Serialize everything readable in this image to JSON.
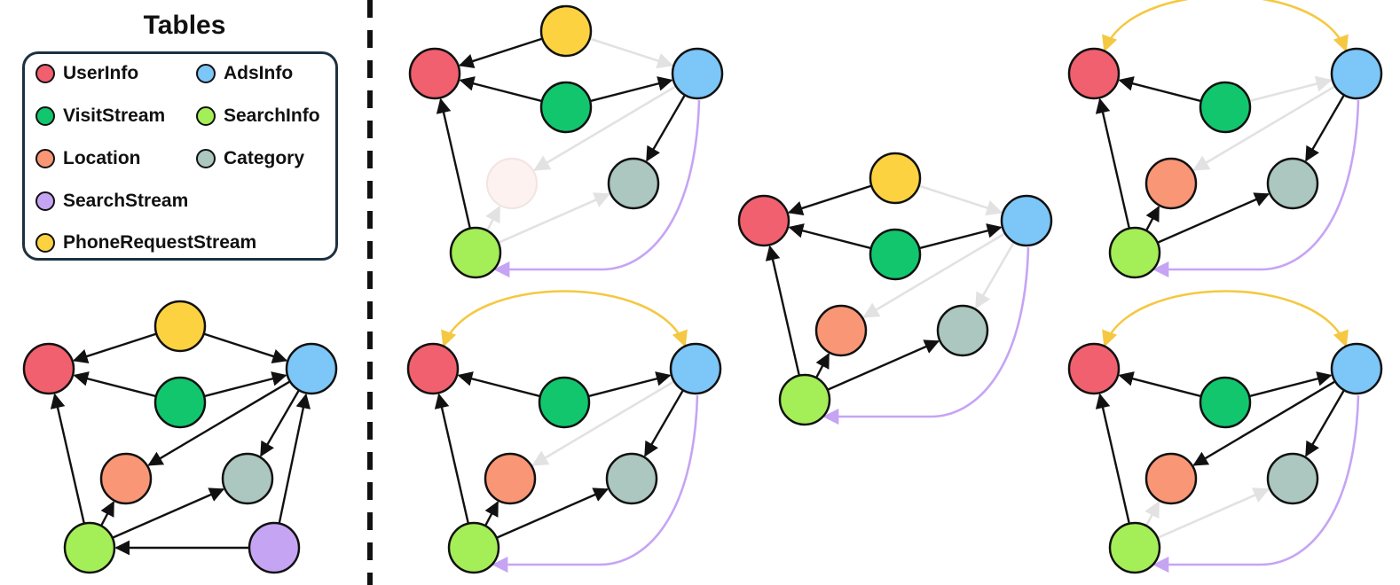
{
  "legend": {
    "title": "Tables",
    "items": [
      {
        "key": "user",
        "label": "UserInfo",
        "color": "#f1606e"
      },
      {
        "key": "ads",
        "label": "AdsInfo",
        "color": "#7cc6f8"
      },
      {
        "key": "visit",
        "label": "VisitStream",
        "color": "#12c66e"
      },
      {
        "key": "search",
        "label": "SearchInfo",
        "color": "#a4ee57"
      },
      {
        "key": "loc",
        "label": "Location",
        "color": "#f99676"
      },
      {
        "key": "cat",
        "label": "Category",
        "color": "#abc7bf"
      },
      {
        "key": "sstream",
        "label": "SearchStream",
        "color": "#c6a4f4"
      },
      {
        "key": "phone",
        "label": "PhoneRequestStream",
        "color": "#fdd240"
      }
    ]
  },
  "edge_colors": {
    "active": "#111111",
    "faded": "#e2e2e2",
    "yellow": "#f5c842",
    "purple": "#c6a4f4"
  },
  "faded_node_color": "#fdf2ef",
  "graphs": [
    {
      "name": "full-schema-graph",
      "nodes": [
        "user",
        "ads",
        "phone",
        "visit",
        "loc",
        "cat",
        "search",
        "sstream"
      ],
      "faded_nodes": [],
      "edges": [
        {
          "from": "phone",
          "to": "user",
          "style": "active"
        },
        {
          "from": "phone",
          "to": "ads",
          "style": "active"
        },
        {
          "from": "visit",
          "to": "user",
          "style": "active"
        },
        {
          "from": "visit",
          "to": "ads",
          "style": "active"
        },
        {
          "from": "ads",
          "to": "loc",
          "style": "active"
        },
        {
          "from": "ads",
          "to": "cat",
          "style": "active"
        },
        {
          "from": "search",
          "to": "user",
          "style": "active"
        },
        {
          "from": "search",
          "to": "loc",
          "style": "active"
        },
        {
          "from": "search",
          "to": "cat",
          "style": "active"
        },
        {
          "from": "sstream",
          "to": "search",
          "style": "active"
        },
        {
          "from": "sstream",
          "to": "ads",
          "style": "active"
        }
      ]
    },
    {
      "name": "subgraph-top-left",
      "nodes": [
        "user",
        "ads",
        "phone",
        "visit",
        "loc",
        "cat",
        "search"
      ],
      "faded_nodes": [
        "loc"
      ],
      "edges": [
        {
          "from": "phone",
          "to": "user",
          "style": "active"
        },
        {
          "from": "phone",
          "to": "ads",
          "style": "faded"
        },
        {
          "from": "visit",
          "to": "user",
          "style": "active"
        },
        {
          "from": "visit",
          "to": "ads",
          "style": "active"
        },
        {
          "from": "ads",
          "to": "loc",
          "style": "faded"
        },
        {
          "from": "ads",
          "to": "cat",
          "style": "active"
        },
        {
          "from": "search",
          "to": "user",
          "style": "active"
        },
        {
          "from": "search",
          "to": "loc",
          "style": "faded"
        },
        {
          "from": "search",
          "to": "cat",
          "style": "faded"
        },
        {
          "from": "ads",
          "to": "search",
          "style": "purple",
          "curve": "bottom"
        }
      ]
    },
    {
      "name": "subgraph-bottom-left",
      "nodes": [
        "user",
        "ads",
        "visit",
        "loc",
        "cat",
        "search"
      ],
      "faded_nodes": [],
      "edges": [
        {
          "from": "user",
          "to": "ads",
          "style": "yellow",
          "curve": "top"
        },
        {
          "from": "visit",
          "to": "user",
          "style": "active"
        },
        {
          "from": "visit",
          "to": "ads",
          "style": "active"
        },
        {
          "from": "ads",
          "to": "loc",
          "style": "faded"
        },
        {
          "from": "ads",
          "to": "cat",
          "style": "active"
        },
        {
          "from": "search",
          "to": "user",
          "style": "active"
        },
        {
          "from": "search",
          "to": "loc",
          "style": "active"
        },
        {
          "from": "search",
          "to": "cat",
          "style": "active"
        },
        {
          "from": "ads",
          "to": "search",
          "style": "purple",
          "curve": "bottom"
        }
      ]
    },
    {
      "name": "subgraph-middle",
      "nodes": [
        "user",
        "ads",
        "phone",
        "visit",
        "loc",
        "cat",
        "search"
      ],
      "faded_nodes": [],
      "edges": [
        {
          "from": "phone",
          "to": "user",
          "style": "active"
        },
        {
          "from": "phone",
          "to": "ads",
          "style": "faded"
        },
        {
          "from": "visit",
          "to": "user",
          "style": "active"
        },
        {
          "from": "visit",
          "to": "ads",
          "style": "active"
        },
        {
          "from": "ads",
          "to": "loc",
          "style": "faded"
        },
        {
          "from": "ads",
          "to": "cat",
          "style": "faded"
        },
        {
          "from": "search",
          "to": "user",
          "style": "active"
        },
        {
          "from": "search",
          "to": "loc",
          "style": "active"
        },
        {
          "from": "search",
          "to": "cat",
          "style": "active"
        },
        {
          "from": "ads",
          "to": "search",
          "style": "purple",
          "curve": "bottom"
        }
      ]
    },
    {
      "name": "subgraph-top-right",
      "nodes": [
        "user",
        "ads",
        "visit",
        "loc",
        "cat",
        "search"
      ],
      "faded_nodes": [],
      "edges": [
        {
          "from": "user",
          "to": "ads",
          "style": "yellow",
          "curve": "top"
        },
        {
          "from": "visit",
          "to": "user",
          "style": "active"
        },
        {
          "from": "visit",
          "to": "ads",
          "style": "faded"
        },
        {
          "from": "ads",
          "to": "loc",
          "style": "faded"
        },
        {
          "from": "ads",
          "to": "cat",
          "style": "active"
        },
        {
          "from": "search",
          "to": "user",
          "style": "active"
        },
        {
          "from": "search",
          "to": "loc",
          "style": "active"
        },
        {
          "from": "search",
          "to": "cat",
          "style": "active"
        },
        {
          "from": "ads",
          "to": "search",
          "style": "purple",
          "curve": "bottom"
        }
      ]
    },
    {
      "name": "subgraph-bottom-right",
      "nodes": [
        "user",
        "ads",
        "visit",
        "loc",
        "cat",
        "search"
      ],
      "faded_nodes": [],
      "edges": [
        {
          "from": "user",
          "to": "ads",
          "style": "yellow",
          "curve": "top"
        },
        {
          "from": "visit",
          "to": "user",
          "style": "active"
        },
        {
          "from": "visit",
          "to": "ads",
          "style": "active"
        },
        {
          "from": "ads",
          "to": "loc",
          "style": "active"
        },
        {
          "from": "ads",
          "to": "cat",
          "style": "active"
        },
        {
          "from": "search",
          "to": "user",
          "style": "active"
        },
        {
          "from": "search",
          "to": "loc",
          "style": "faded"
        },
        {
          "from": "search",
          "to": "cat",
          "style": "faded"
        },
        {
          "from": "ads",
          "to": "search",
          "style": "purple",
          "curve": "bottom"
        }
      ]
    }
  ]
}
